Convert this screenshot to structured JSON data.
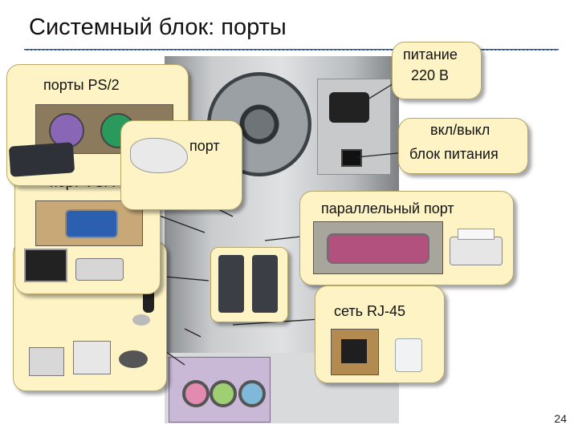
{
  "slide": {
    "title": "Системный блок: порты",
    "page_number": "24"
  },
  "callouts": {
    "ps2": {
      "label": "порты PS/2"
    },
    "usb": {
      "label": "порт"
    },
    "vga": {
      "label": "порт VGA"
    },
    "power": {
      "label_line1": "питание",
      "label_line2": "220 В"
    },
    "switch": {
      "label_line1": "вкл/выкл",
      "label_line2": "блок питания"
    },
    "parallel": {
      "label": "параллельный порт"
    },
    "network": {
      "label": "сеть RJ-45"
    }
  },
  "colors": {
    "callout_fill": "#fdf3c4",
    "rule": "#2b4f9e",
    "ps2_keyboard": "#8a66b6",
    "ps2_mouse": "#2a9a5c",
    "vga": "#2d5fb0",
    "parallel": "#b2517e"
  }
}
